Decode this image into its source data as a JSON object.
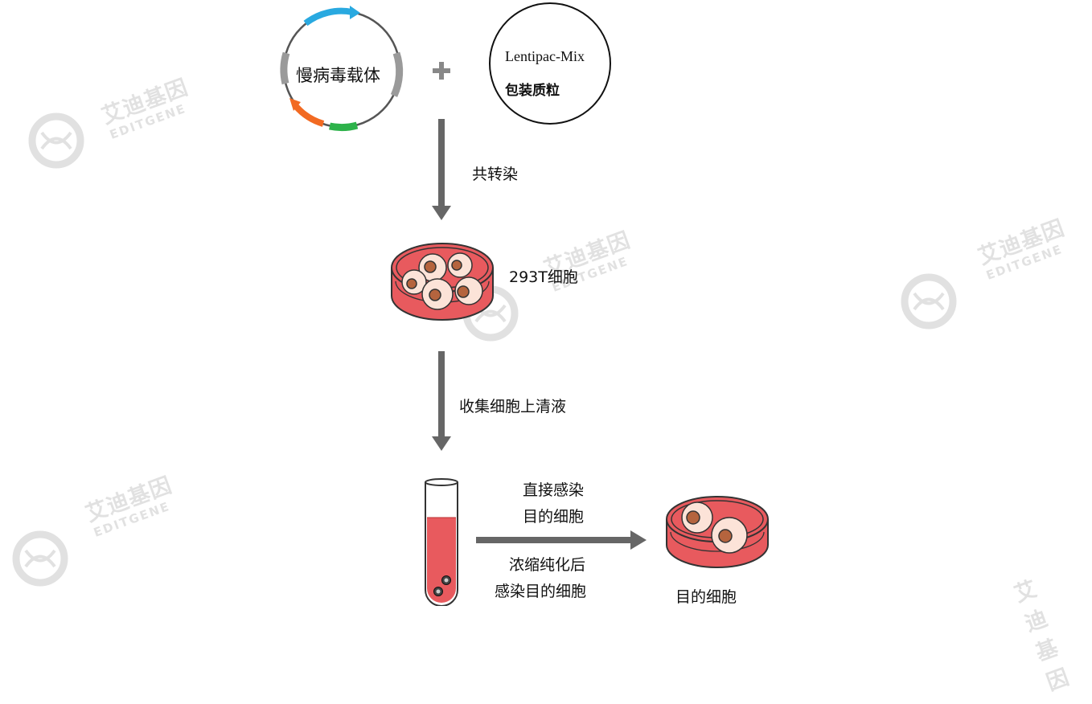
{
  "watermark": {
    "brand_cn": "艾迪基因",
    "brand_en": "EDITGENE",
    "icon": "dna-virus-logo-icon"
  },
  "vector": {
    "label": "慢病毒载体",
    "icon": "plasmid-circle-icon"
  },
  "plus_icon": "plus-icon",
  "packaging": {
    "line1": "Lentipac-Mix",
    "line2": "包装质粒"
  },
  "steps": {
    "cotransfect": "共转染",
    "cells_293t": "293T细胞",
    "collect": "收集细胞上清液",
    "direct_infect_1": "直接感染",
    "direct_infect_2": "目的细胞",
    "concentrate_1": "浓缩纯化后",
    "concentrate_2": "感染目的细胞",
    "target_cells": "目的细胞"
  },
  "colors": {
    "arrow": "#666666",
    "medium": "#e85a5e",
    "cell_fill": "#fce3d8",
    "nucleus": "#b5643e",
    "plasmid_blue": "#29a9e0",
    "plasmid_orange": "#f26a22",
    "plasmid_green": "#2db24a",
    "plasmid_gray": "#9a9a9a"
  }
}
